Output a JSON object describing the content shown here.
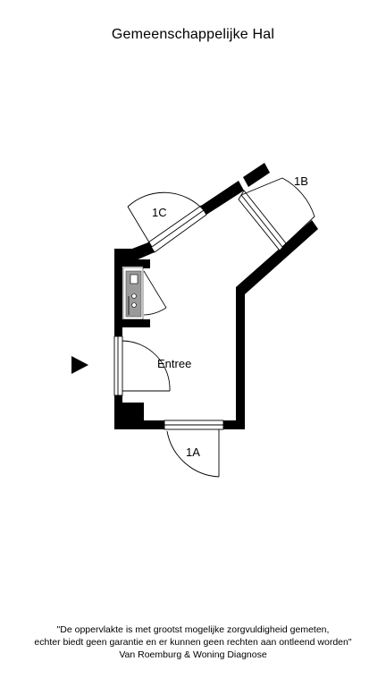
{
  "title": "Gemeenschappelijke Hal",
  "labels": {
    "door_1a": "1A",
    "door_1b": "1B",
    "door_1c": "1C",
    "entrance": "Entree"
  },
  "disclaimer": {
    "line1": "\"De oppervlakte is met grootst mogelijke zorgvuldigheid gemeten,",
    "line2": "echter biedt geen garantie en er kunnen geen rechten aan ontleend worden\"",
    "line3": "Van Roemburg & Woning Diagnose"
  },
  "colors": {
    "wall": "#000000",
    "background": "#ffffff",
    "fixture": "#9a9a9a"
  },
  "icons": {
    "entrance_marker": "triangle-right"
  }
}
